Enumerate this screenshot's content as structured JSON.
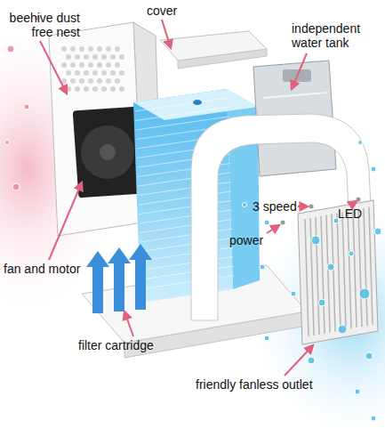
{
  "diagram": {
    "labels": [
      "cover",
      "beehive dust free nest",
      "independent water tank",
      "3 speed",
      "LED",
      "power",
      "fan and motor",
      "filter cartridge",
      "friendly fanless outlet"
    ]
  }
}
